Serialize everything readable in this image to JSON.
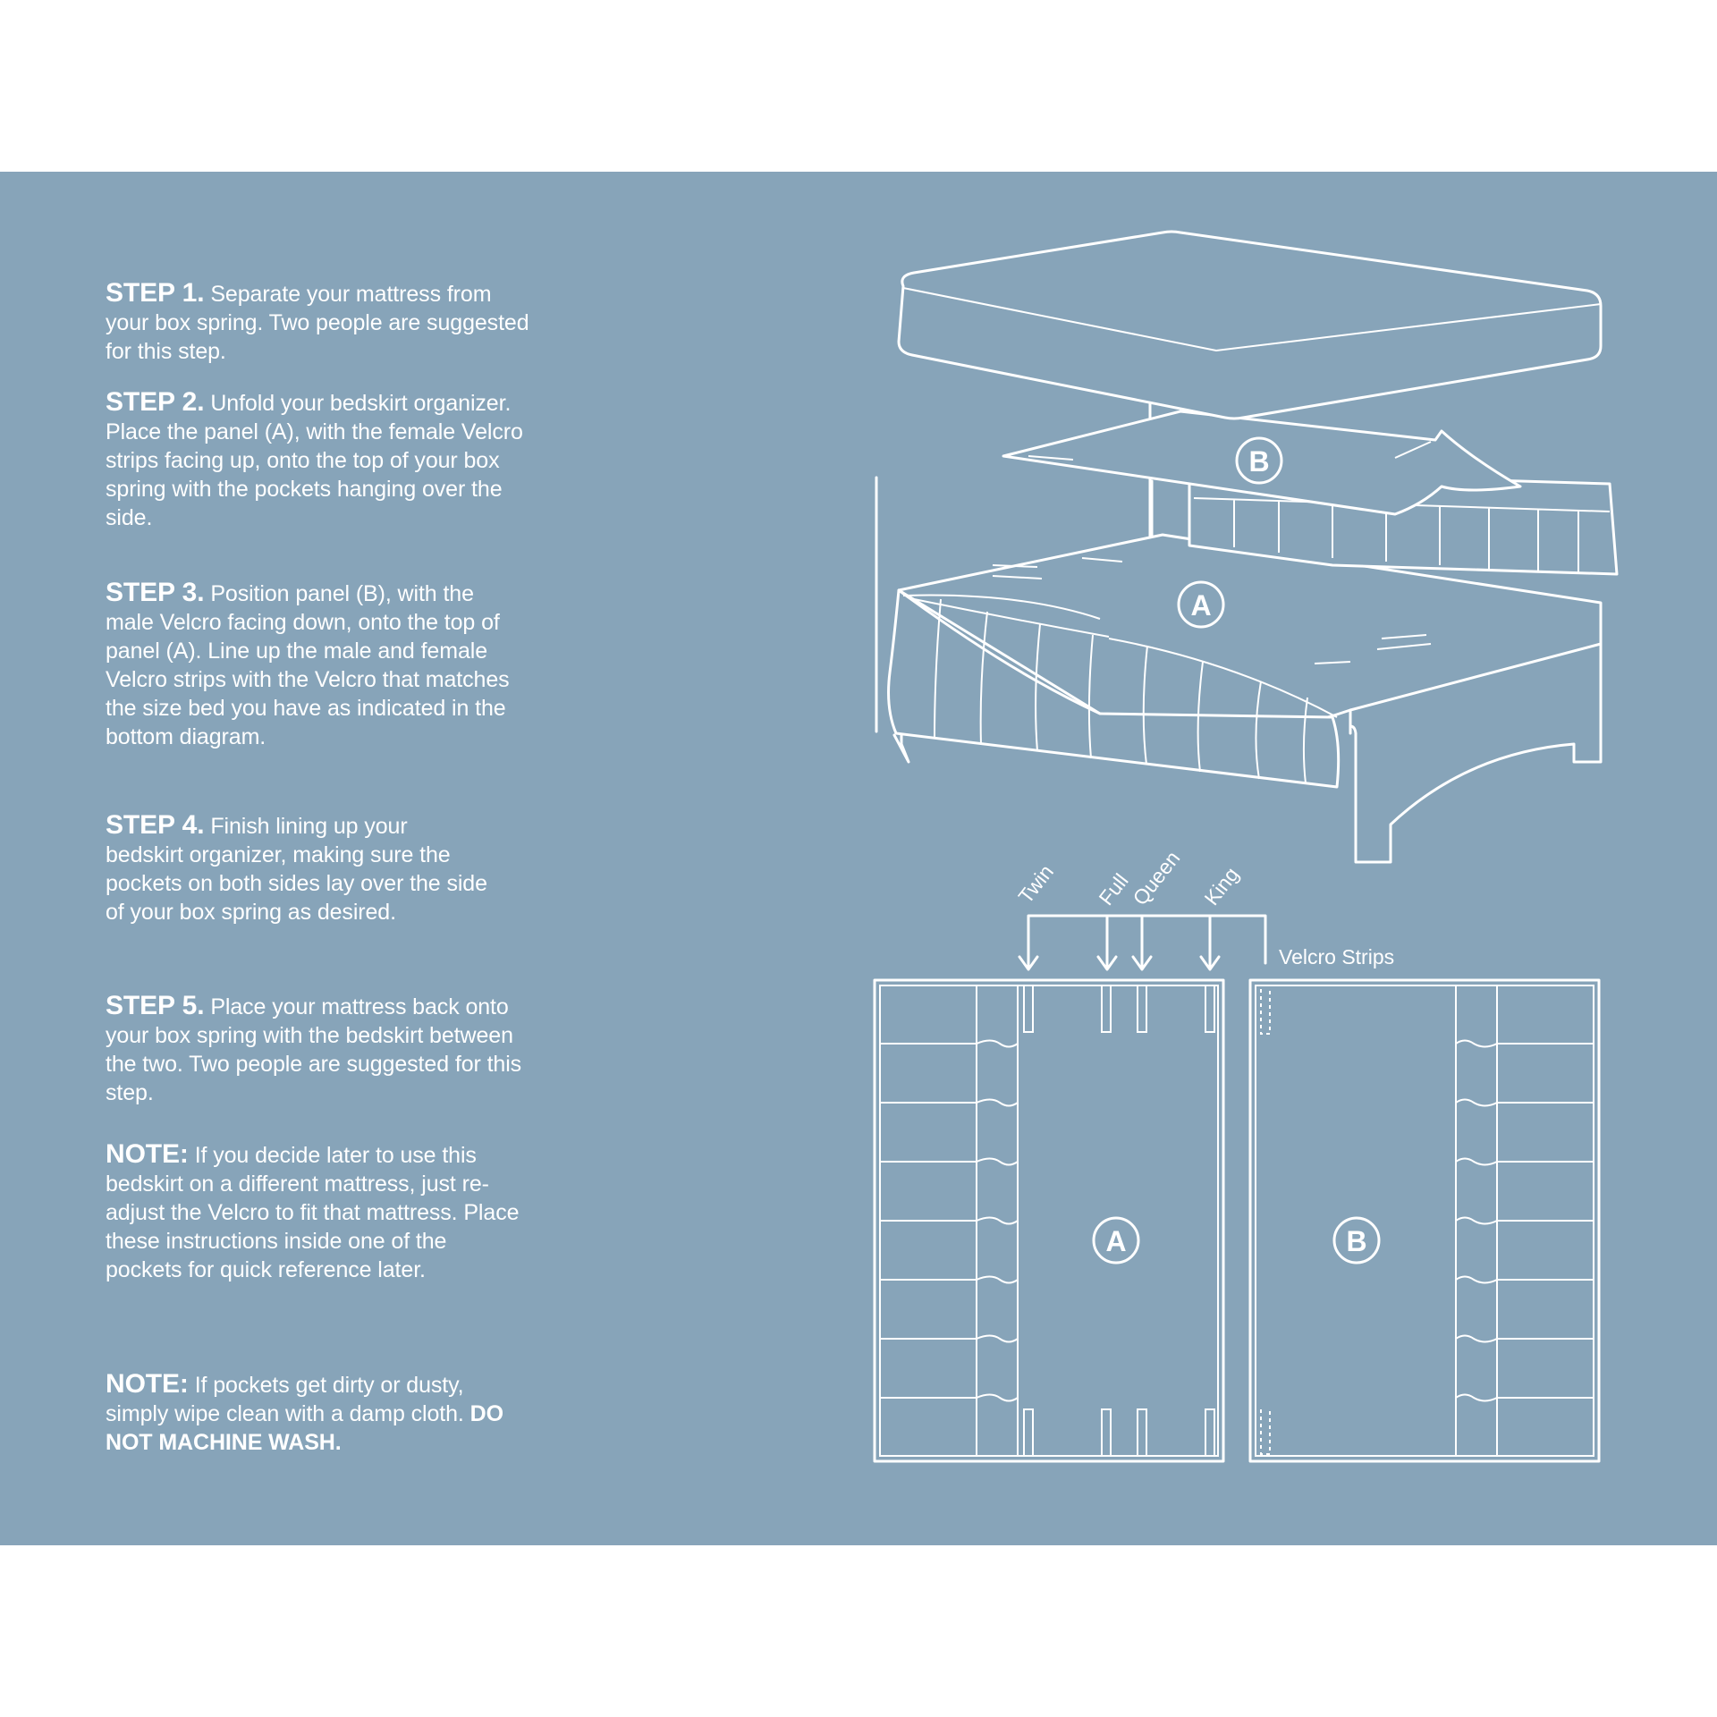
{
  "steps": [
    {
      "label": "STEP 1.",
      "text": "Separate your mattress from your box spring. Two people are suggested for this step."
    },
    {
      "label": "STEP 2.",
      "text": "Unfold your bedskirt organizer. Place the panel (A), with the female Velcro strips facing up, onto the top of your box spring with the pockets hanging over the side."
    },
    {
      "label": "STEP 3.",
      "text": "Position panel (B), with the male Velcro facing down, onto the top of panel (A). Line up the male and female Velcro strips with the Velcro that matches the size bed you have as indicated in the bottom diagram."
    },
    {
      "label": "STEP 4.",
      "text": "Finish lining up your bedskirt organizer, making sure the pockets on both sides lay over the side of your box spring as desired."
    },
    {
      "label": "STEP 5.",
      "text": "Place your mattress back onto your box spring with the bedskirt between the two. Two people are suggested for this step."
    }
  ],
  "notes": [
    {
      "label": "NOTE:",
      "text": "If you decide later to use this bedskirt on a different mattress, just re-adjust the Velcro to fit that mattress. Place these instructions inside one of the pockets for quick reference later."
    },
    {
      "label": "NOTE:",
      "text": "If pockets get dirty or dusty, simply wipe clean with a damp cloth.",
      "warning": "DO NOT MACHINE WASH."
    }
  ],
  "diagram": {
    "panel_a_label": "A",
    "panel_b_label": "B",
    "sizes": [
      "Twin",
      "Full",
      "Queen",
      "King"
    ],
    "velcro_label": "Velcro Strips"
  },
  "colors": {
    "panel_background": "#87a4b9",
    "page_background": "#ffffff",
    "ink": "#ffffff"
  }
}
